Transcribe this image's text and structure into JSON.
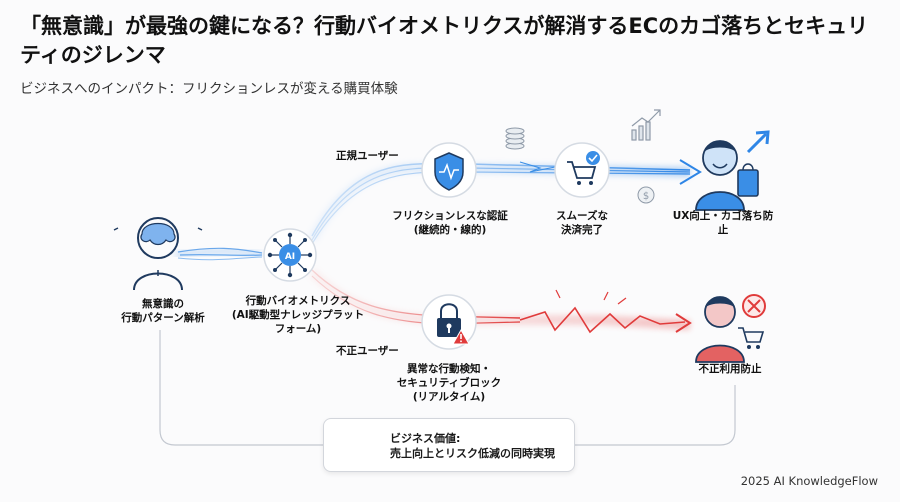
{
  "header": {
    "title": "「無意識」が最強の鍵になる？行動バイオメトリクスが解消するECのカゴ落ちとセキュリティのジレンマ",
    "subtitle": "ビジネスへのインパクト：フリクションレスが変える購買体験"
  },
  "diagram": {
    "user_label_1": "無意識の",
    "user_label_2": "行動パターン解析",
    "ai_icon_text": "AI",
    "ai_label_1": "行動バイオメトリクス",
    "ai_label_2": "(AI駆動型ナレッジプラット",
    "ai_label_3": "フォーム)",
    "legit_path_label": "正規ユーザー",
    "fraud_path_label": "不正ユーザー",
    "auth_label_1": "フリクションレスな認証",
    "auth_label_2": "(継続的・線的)",
    "payment_label_1": "スムーズな",
    "payment_label_2": "決済完了",
    "ux_label_1": "UX向上・カゴ落ち防",
    "ux_label_2": "止",
    "block_label_1": "異常な行動検知・",
    "block_label_2": "セキュリティブロック",
    "block_label_3": "(リアルタイム)",
    "fraud_prevent_label": "不正利用防止",
    "business_value_1": "ビジネス価値:",
    "business_value_2": "売上向上とリスク低減の同時実現"
  },
  "footer": {
    "credit": "2025 AI KnowledgeFlow"
  },
  "colors": {
    "legit": "#3a8ee6",
    "fraud": "#e24c4c",
    "icon_dark": "#1f3a5f"
  }
}
